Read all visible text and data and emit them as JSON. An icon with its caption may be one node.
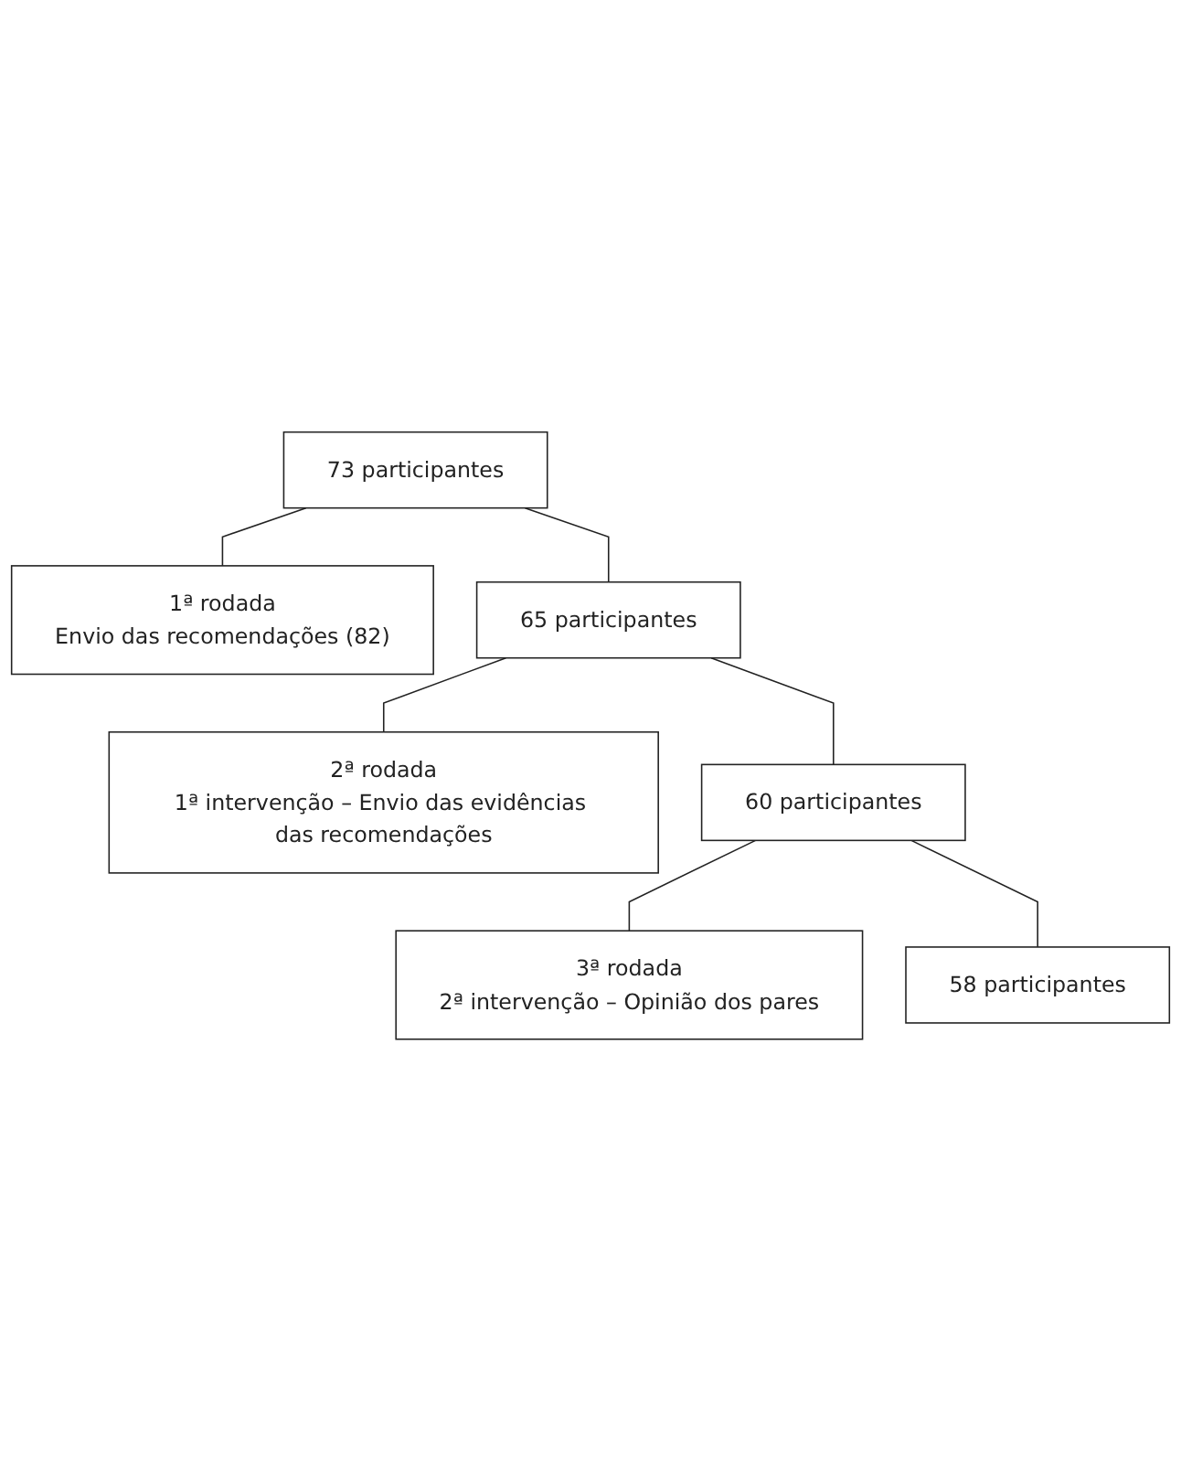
{
  "diagram": {
    "nodes": [
      {
        "text": [
          "73 participantes"
        ]
      },
      {
        "text": [
          "1ª rodada",
          "Envio das recomendações (82)"
        ]
      },
      {
        "text": [
          "65 participantes"
        ]
      },
      {
        "text": [
          "2ª rodada",
          "1ª intervenção – Envio das evidências das recomendações"
        ]
      },
      {
        "text": [
          "60 participantes"
        ]
      },
      {
        "text": [
          "3ª rodada",
          "2ª intervenção – Opinião dos pares"
        ]
      },
      {
        "text": [
          "58 participantes"
        ]
      }
    ],
    "edges": [
      {
        "from": 0,
        "to": 1,
        "arrow": "none"
      },
      {
        "from": 0,
        "to": 2,
        "arrow": "none"
      },
      {
        "from": 2,
        "to": 3,
        "arrow": "none"
      },
      {
        "from": 2,
        "to": 4,
        "arrow": "none"
      },
      {
        "from": 4,
        "to": 5,
        "arrow": "none"
      },
      {
        "from": 4,
        "to": 6,
        "arrow": "none"
      }
    ]
  }
}
